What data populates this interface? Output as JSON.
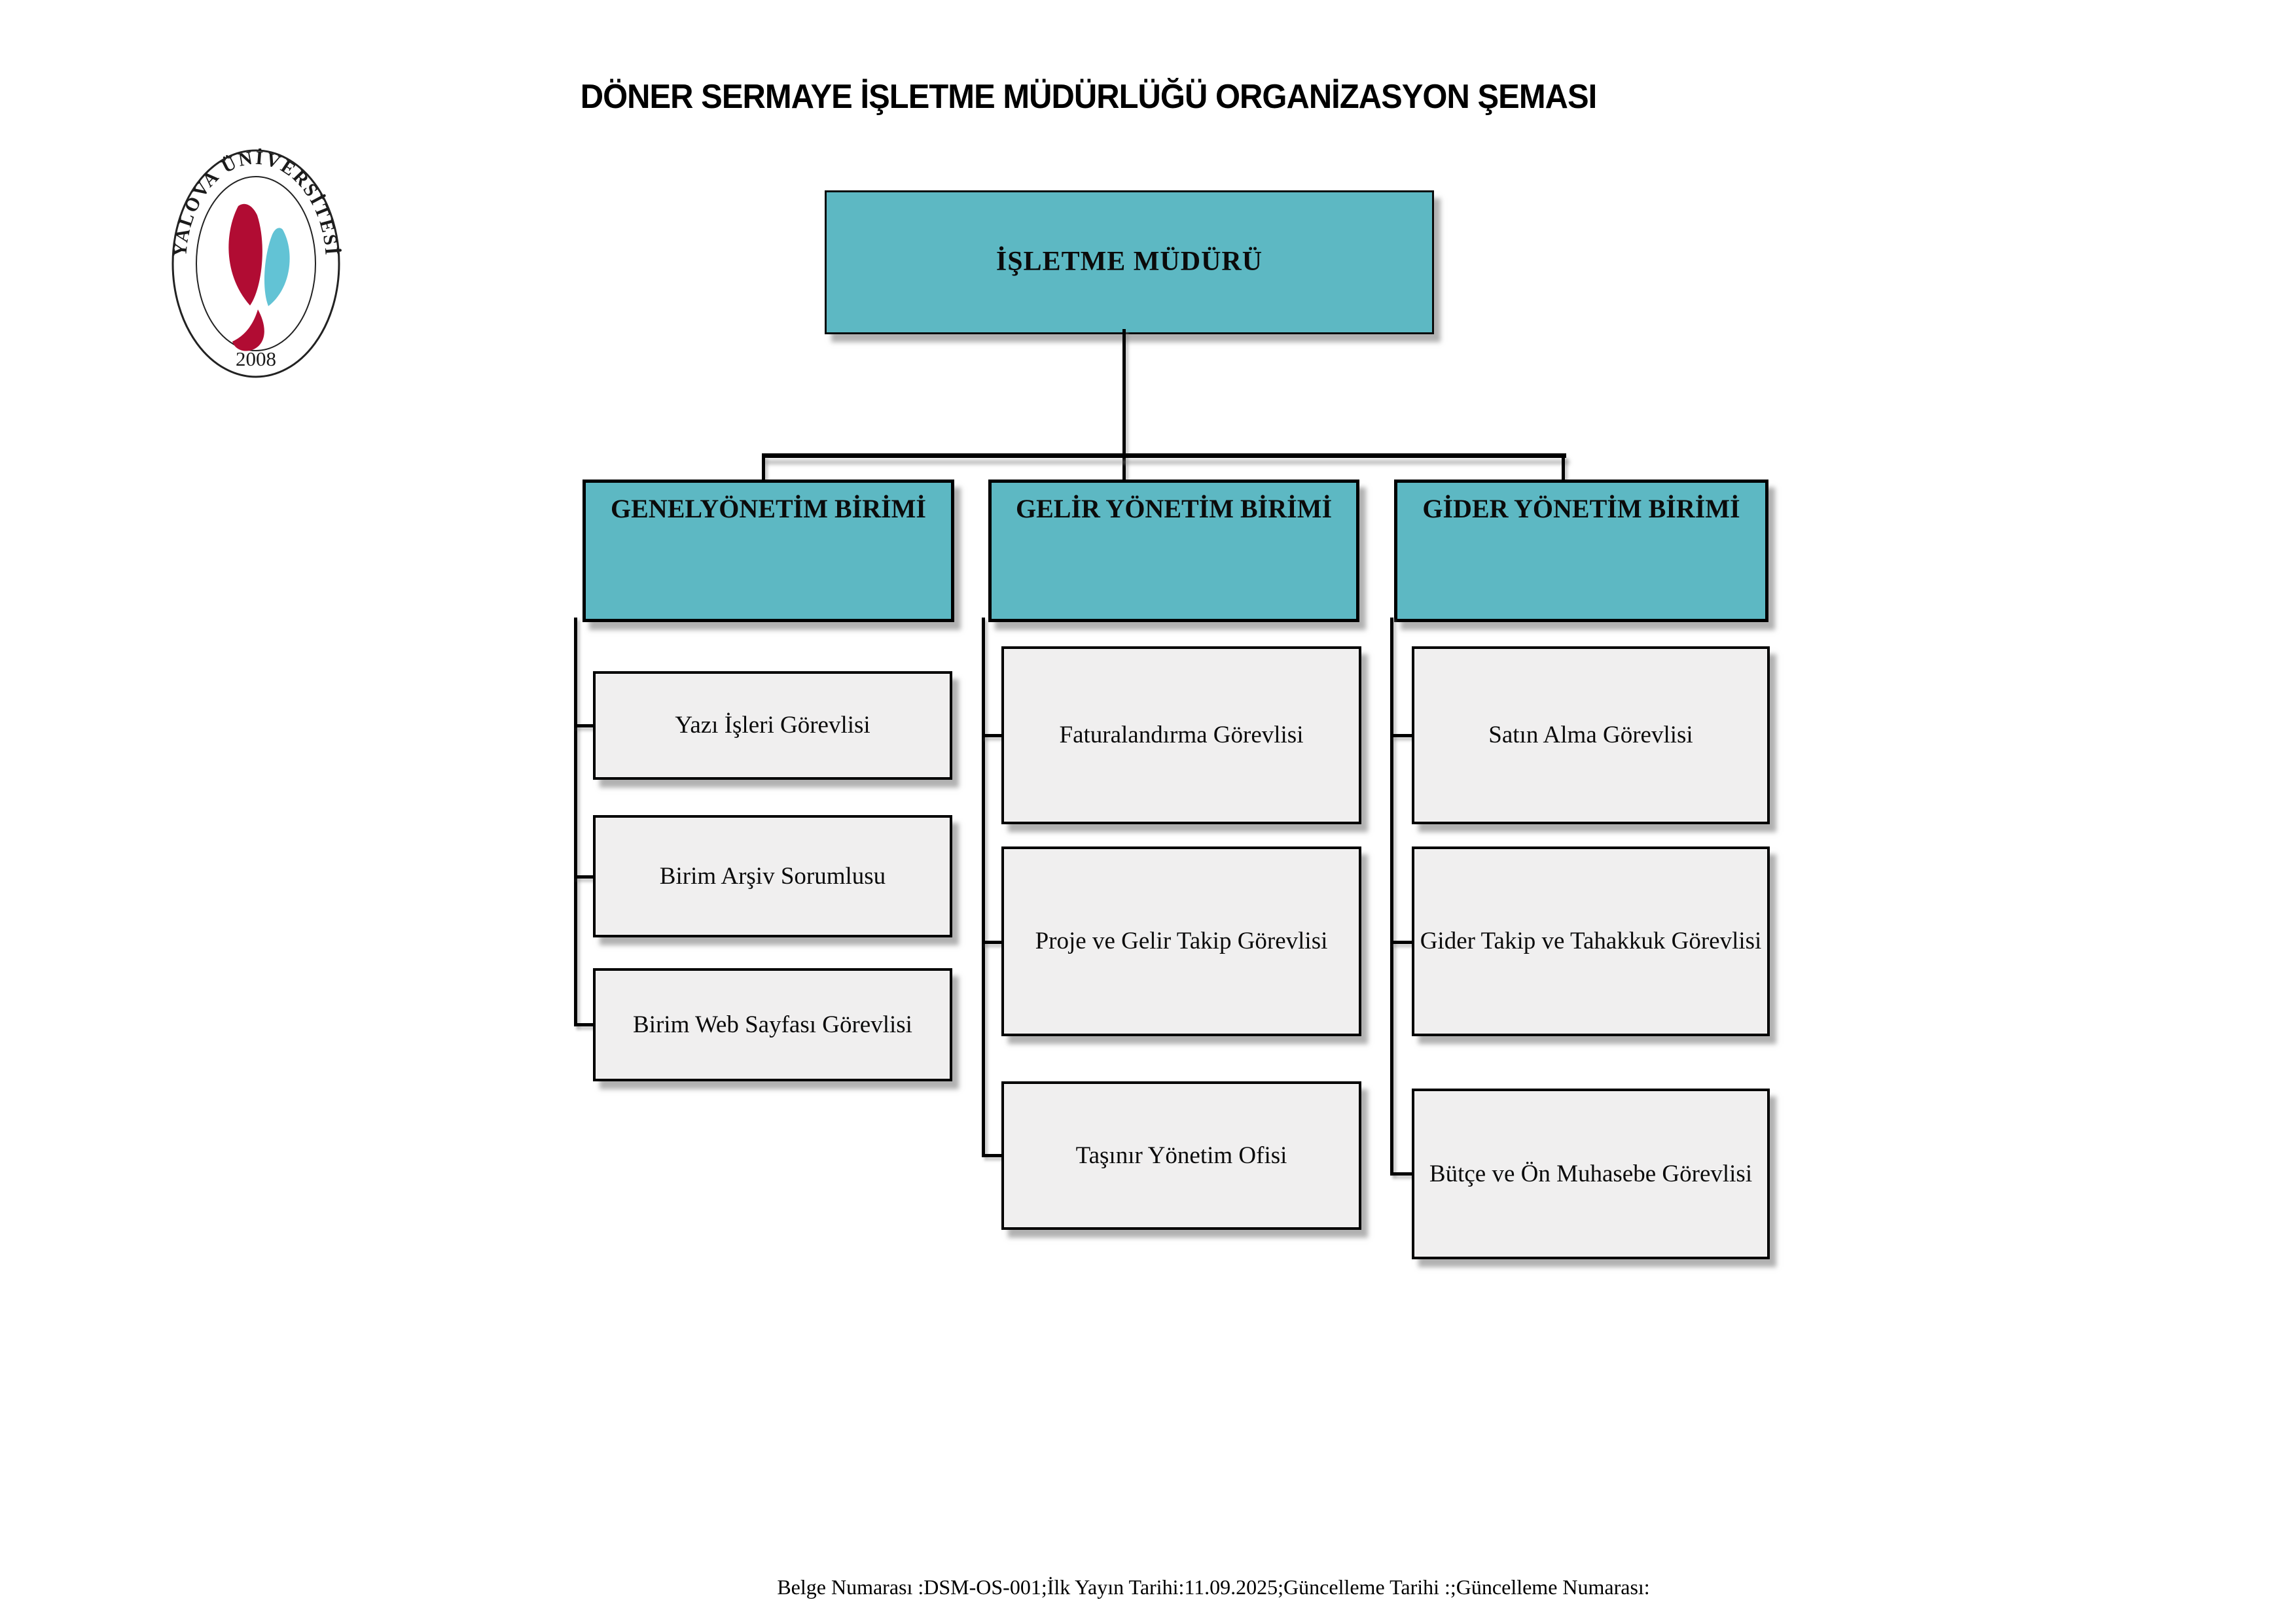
{
  "title": "DÖNER SERMAYE İŞLETME MÜDÜRLÜĞÜ ORGANİZASYON ŞEMASI",
  "logo": {
    "university": "YALOVA ÜNİVERSİTESİ",
    "year": "2008"
  },
  "chart": {
    "root": {
      "label": "İŞLETME MÜDÜRÜ"
    },
    "branches": [
      {
        "label": "GENELYÖNETİM BİRİMİ",
        "children": [
          "Yazı İşleri Görevlisi",
          "Birim Arşiv Sorumlusu",
          "Birim Web Sayfası Görevlisi"
        ]
      },
      {
        "label": "GELİR YÖNETİM BİRİMİ",
        "children": [
          "Faturalandırma Görevlisi",
          "Proje ve Gelir Takip Görevlisi",
          "Taşınır Yönetim Ofisi"
        ]
      },
      {
        "label": "GİDER YÖNETİM BİRİMİ",
        "children": [
          "Satın Alma Görevlisi",
          "Gider Takip ve Tahakkuk Görevlisi",
          "Bütçe ve Ön Muhasebe Görevlisi"
        ]
      }
    ]
  },
  "footer": {
    "text": "Belge Numarası :DSM-OS-001;İlk Yayın Tarihi:11.09.2025;Güncelleme Tarihi :;Güncelleme Numarası:"
  },
  "colors": {
    "teal": "#5DB8C3",
    "box_fill": "#F0EFEF",
    "line": "#000000",
    "logo_red": "#B10C33",
    "logo_teal": "#62C3D5"
  }
}
